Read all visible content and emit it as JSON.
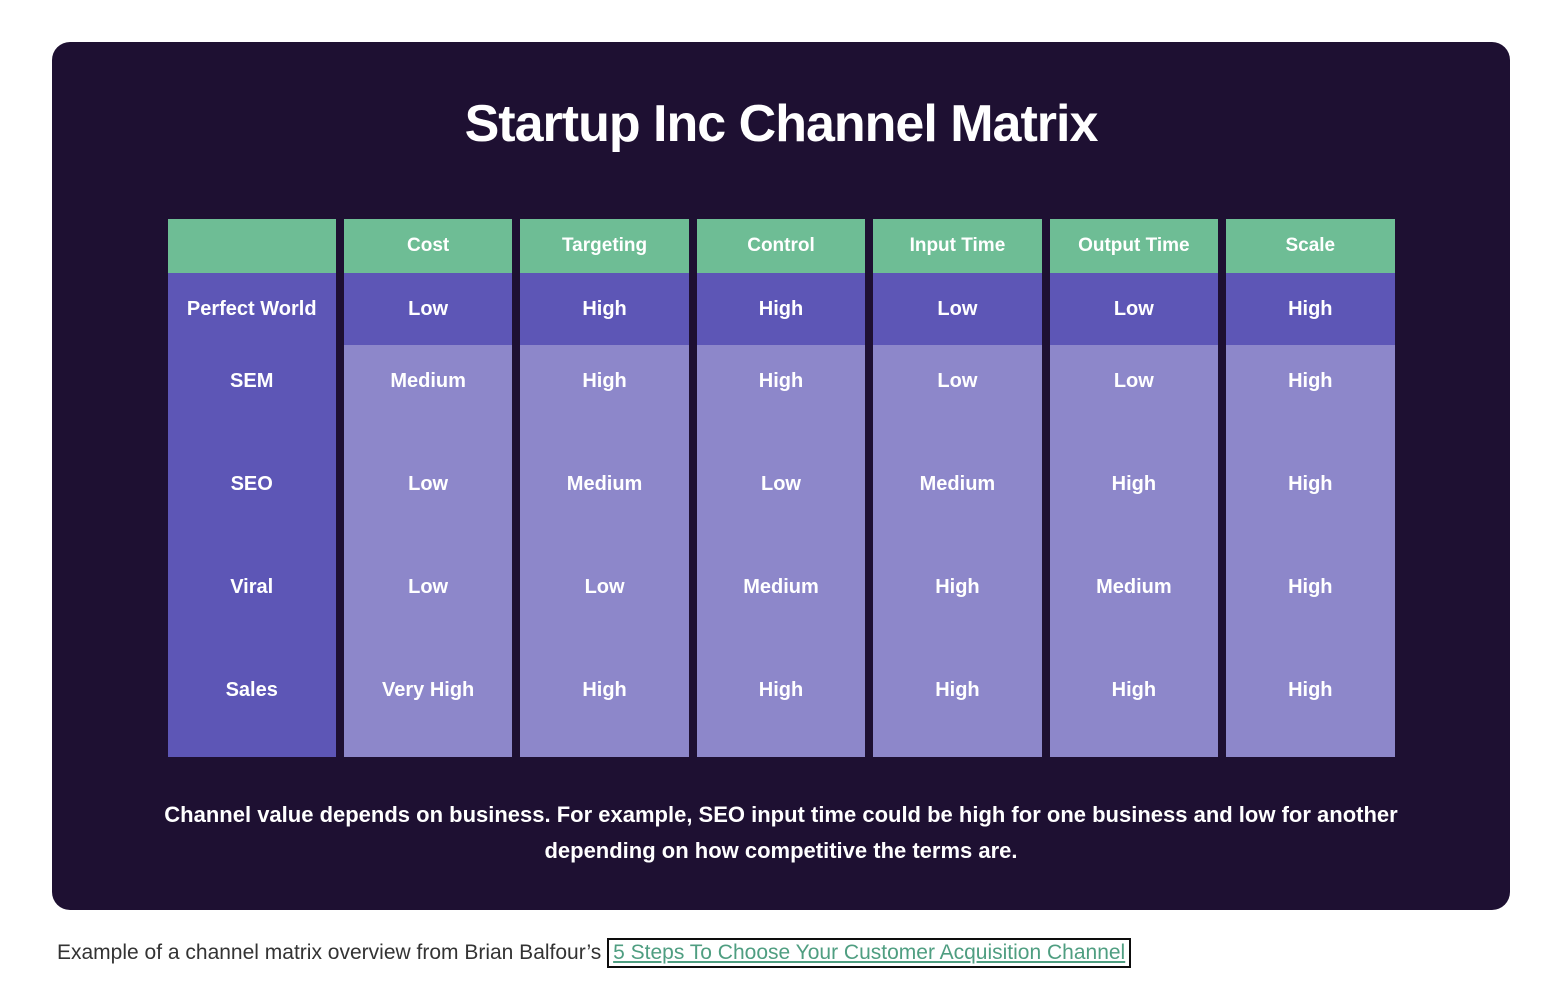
{
  "title": "Startup Inc Channel Matrix",
  "chart_data": {
    "type": "table",
    "title": "Startup Inc Channel Matrix",
    "columns": [
      "",
      "Cost",
      "Targeting",
      "Control",
      "Input Time",
      "Output Time",
      "Scale"
    ],
    "rows": [
      {
        "label": "Perfect World",
        "values": [
          "Low",
          "High",
          "High",
          "Low",
          "Low",
          "High"
        ]
      },
      {
        "label": "SEM",
        "values": [
          "Medium",
          "High",
          "High",
          "Low",
          "Low",
          "High"
        ]
      },
      {
        "label": "SEO",
        "values": [
          "Low",
          "Medium",
          "Low",
          "Medium",
          "High",
          "High"
        ]
      },
      {
        "label": "Viral",
        "values": [
          "Low",
          "Low",
          "Medium",
          "High",
          "Medium",
          "High"
        ]
      },
      {
        "label": "Sales",
        "values": [
          "Very High",
          "High",
          "High",
          "High",
          "High",
          "High"
        ]
      }
    ]
  },
  "caption": "Channel value depends on business. For example, SEO input time could be high for one business and low for another depending on how competitive the terms are.",
  "footer": {
    "prefix": "Example of a channel matrix overview from Brian Balfour’s ",
    "link_text": "5 Steps To Choose Your Customer Acquisition Channel"
  },
  "colors": {
    "card_bg": "#1e1032",
    "header_green": "#6ebd95",
    "row_dark_purple": "#5d56b6",
    "row_light_purple": "#8d87ca",
    "table_text": "#ffffff",
    "footer_text": "#333333",
    "link_green": "#4f9e81"
  }
}
